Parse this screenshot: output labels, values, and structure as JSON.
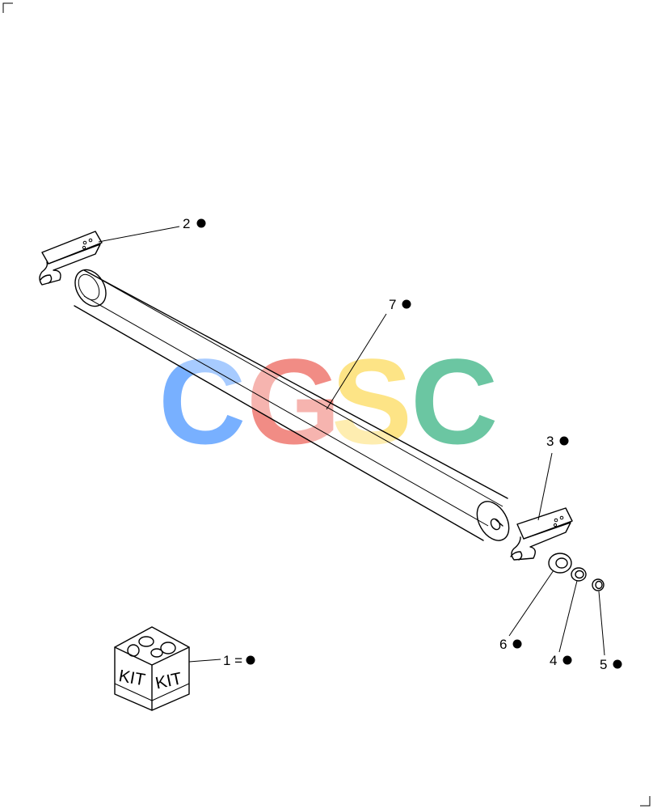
{
  "callouts": [
    {
      "id": "1",
      "text": "1 ="
    },
    {
      "id": "2",
      "text": "2"
    },
    {
      "id": "3",
      "text": "3"
    },
    {
      "id": "4",
      "text": "4"
    },
    {
      "id": "5",
      "text": "5"
    },
    {
      "id": "6",
      "text": "6"
    },
    {
      "id": "7",
      "text": "7"
    }
  ],
  "kit_box": {
    "left_text": "KIT",
    "right_text": "KIT"
  },
  "watermark": {
    "letters": [
      "C",
      "G",
      "S",
      "C"
    ],
    "colors": [
      "#6aa8ff",
      "#f08078",
      "#fde27a",
      "#5cc098"
    ]
  },
  "marker_color": "#000000"
}
